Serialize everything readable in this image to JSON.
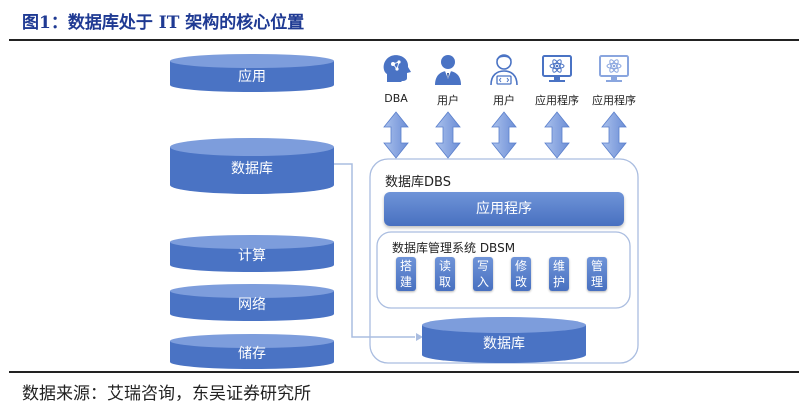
{
  "figure": {
    "title": "图1：数据库处于 IT 架构的核心位置",
    "source": "数据来源：艾瑞咨询，东吴证券研究所"
  },
  "stack": {
    "app": "应用",
    "database": "数据库",
    "compute": "计算",
    "network": "网络",
    "storage": "储存"
  },
  "actors": [
    {
      "label": "DBA",
      "icon": "brain-head-icon"
    },
    {
      "label": "用户",
      "icon": "user-icon"
    },
    {
      "label": "用户",
      "icon": "developer-user-icon"
    },
    {
      "label": "应用程序",
      "icon": "app-monitor-icon"
    },
    {
      "label": "应用程序",
      "icon": "app-monitor-icon"
    }
  ],
  "dbs": {
    "label": "数据库DBS",
    "app_bar": "应用程序",
    "dbsm_label": "数据库管理系统 DBSM",
    "operations": [
      "搭建",
      "读取",
      "写入",
      "修改",
      "维护",
      "管理"
    ],
    "database": "数据库"
  },
  "colors": {
    "title": "#1f3a93",
    "accent": "#4a73c4",
    "border": "#aabde0"
  }
}
